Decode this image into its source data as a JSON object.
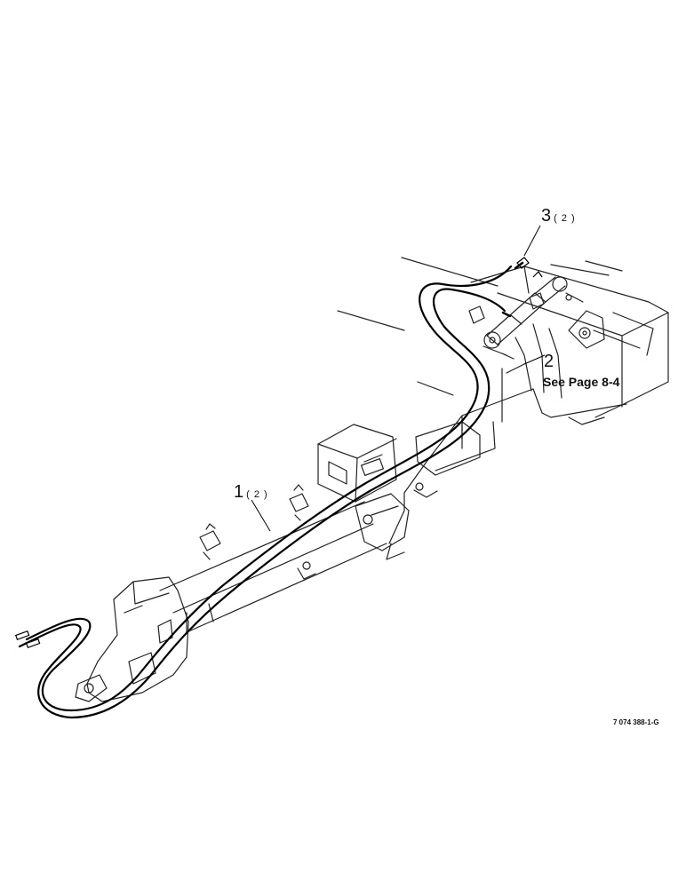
{
  "callouts": [
    {
      "id": "1",
      "number": "1",
      "qty": "( 2 )"
    },
    {
      "id": "2",
      "number": "2",
      "qty": ""
    },
    {
      "id": "3",
      "number": "3",
      "qty": "( 2 )"
    }
  ],
  "reference_note": "See Page 8-4",
  "part_code": "7 074 388-1-G"
}
